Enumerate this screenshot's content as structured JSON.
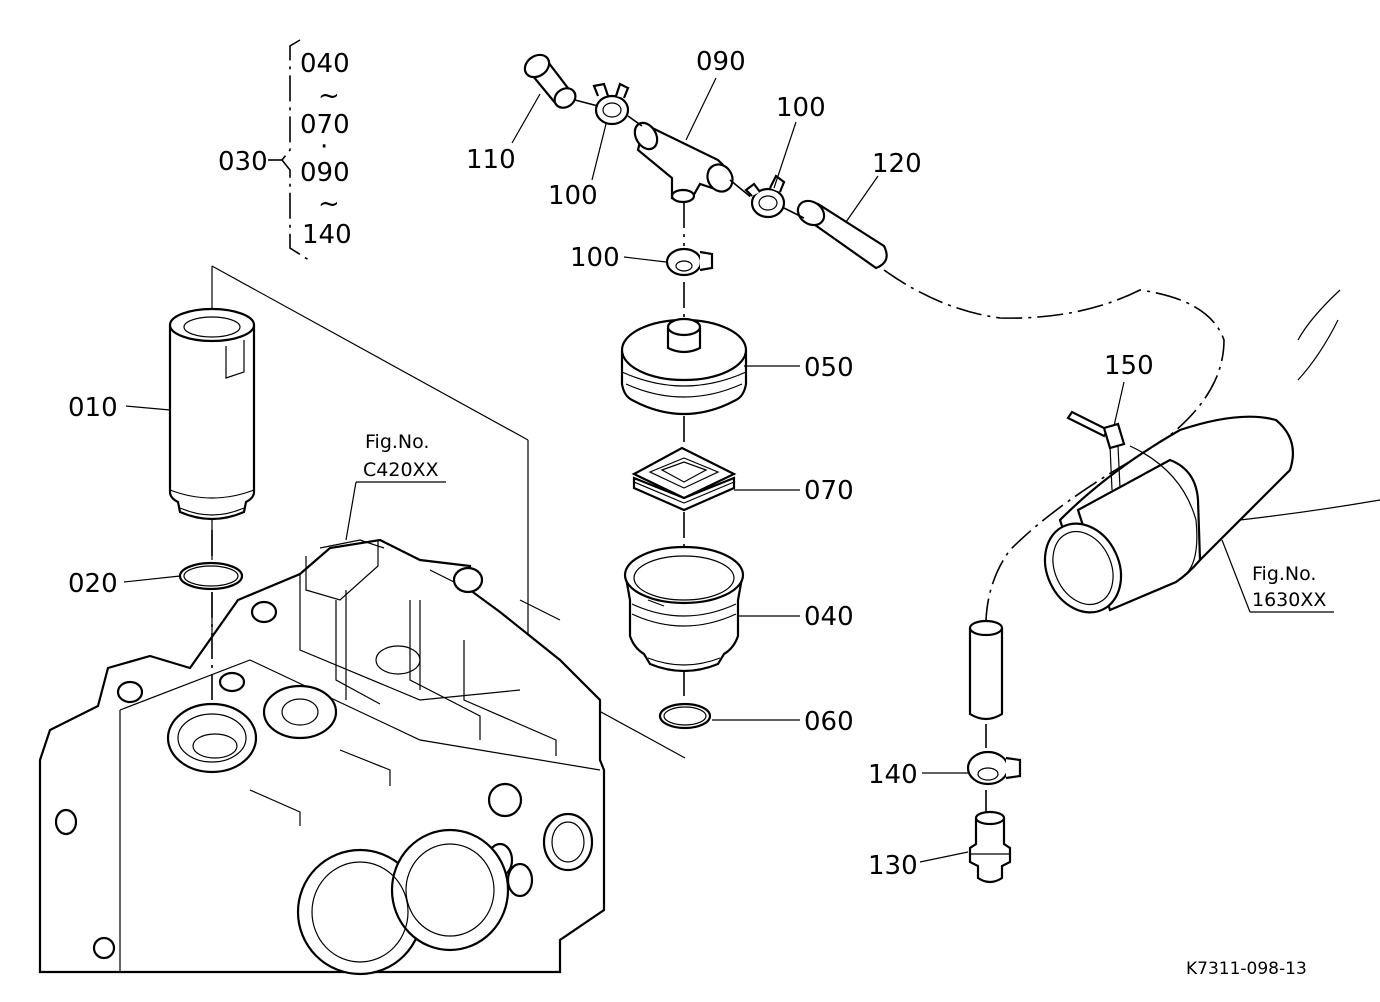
{
  "labels": {
    "p010": "010",
    "p020": "020",
    "p030": "030",
    "p040": "040",
    "p050": "050",
    "p060": "060",
    "p070": "070",
    "p090": "090",
    "p100a": "100",
    "p100b": "100",
    "p100c": "100",
    "p110": "110",
    "p120": "120",
    "p130": "130",
    "p140": "140",
    "p150": "150"
  },
  "group_030": {
    "line1": "040",
    "tilde1": "~",
    "line2": "070",
    "dot": "·",
    "line3": "090",
    "tilde2": "~",
    "line4": "140"
  },
  "fig_refs": {
    "c420_title": "Fig.No.",
    "c420_code": "C420XX",
    "f1630_title": "Fig.No.",
    "f1630_code": "1630XX"
  },
  "drawing_code": "K7311-098-13"
}
